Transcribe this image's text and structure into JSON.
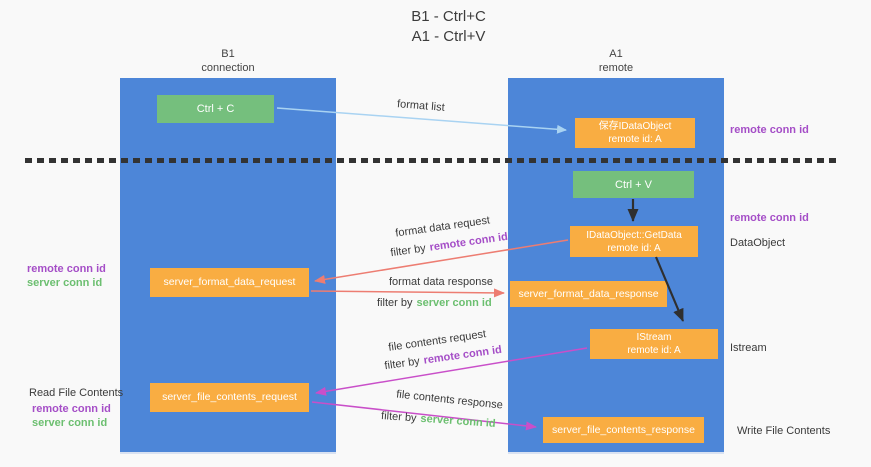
{
  "title": {
    "line1": "B1 - Ctrl+C",
    "line2": "A1 - Ctrl+V"
  },
  "columns": {
    "left": {
      "name": "B1",
      "role": "connection"
    },
    "right": {
      "name": "A1",
      "role": "remote"
    }
  },
  "nodes": {
    "ctrl_c": {
      "label": "Ctrl + C"
    },
    "ctrl_v": {
      "label": "Ctrl + V"
    },
    "save_dataobject": {
      "line1": "保存IDataObject",
      "line2": "remote id: A"
    },
    "getdata": {
      "line1": "IDataObject::GetData",
      "line2": "remote id: A"
    },
    "istream": {
      "line1": "IStream",
      "line2": "remote id: A"
    },
    "format_request": {
      "label": "server_format_data_request"
    },
    "format_response": {
      "label": "server_format_data_response"
    },
    "file_request": {
      "label": "server_file_contents_request"
    },
    "file_response": {
      "label": "server_file_contents_response"
    }
  },
  "arrow_labels": {
    "format_list": "format list",
    "format_data_request": "format data request",
    "format_data_response": "format data response",
    "file_contents_request": "file contents request",
    "file_contents_response": "file contents response",
    "filter_by": "filter by",
    "remote_conn_id": "remote conn id",
    "server_conn_id": "server conn id"
  },
  "side_labels": {
    "remote_conn_id": "remote conn id",
    "server_conn_id": "server conn id",
    "dataobject": "DataObject",
    "istream": "Istream",
    "read_file_contents": "Read File Contents",
    "write_file_contents": "Write File Contents"
  },
  "colors": {
    "column_blue": "#4d86d8",
    "node_green": "#75bf7d",
    "node_orange": "#f9ad42",
    "arrow_salmon": "#ed7d72",
    "arrow_magenta": "#c94fc9",
    "arrow_lightblue": "#a9d3f2",
    "arrow_black": "#2f2f2f",
    "text_purple": "#a54ec7",
    "text_green": "#6cbf70",
    "dash_color": "#333333"
  }
}
